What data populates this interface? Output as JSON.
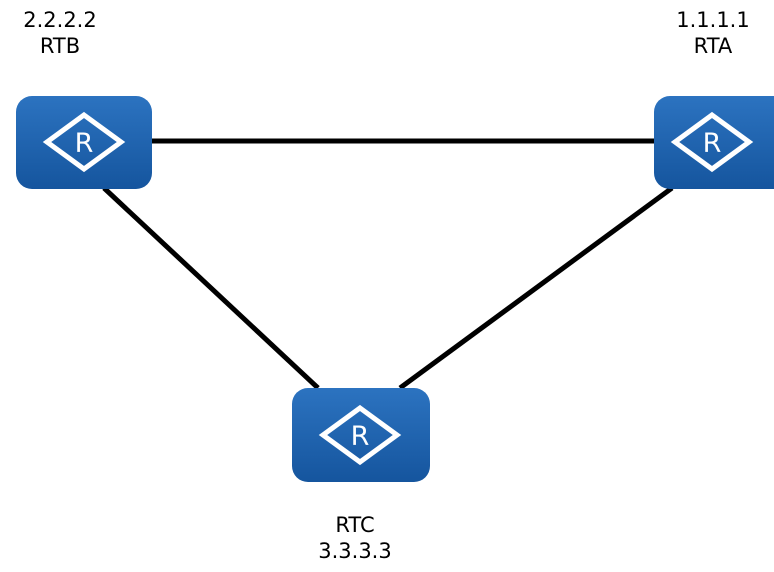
{
  "routers": [
    {
      "key": "rtb",
      "name": "RTB",
      "router_id": "2.2.2.2",
      "symbol": "R"
    },
    {
      "key": "rta",
      "name": "RTA",
      "router_id": "1.1.1.1",
      "symbol": "R"
    },
    {
      "key": "rtc",
      "name": "RTC",
      "router_id": "3.3.3.3",
      "symbol": "R"
    }
  ],
  "links": [
    {
      "from": "RTB",
      "to": "RTA"
    },
    {
      "from": "RTB",
      "to": "RTC"
    },
    {
      "from": "RTA",
      "to": "RTC"
    }
  ],
  "colors": {
    "router_fill": "#1b5fad",
    "router_symbol": "#ffffff",
    "link": "#000000",
    "text": "#000000"
  }
}
